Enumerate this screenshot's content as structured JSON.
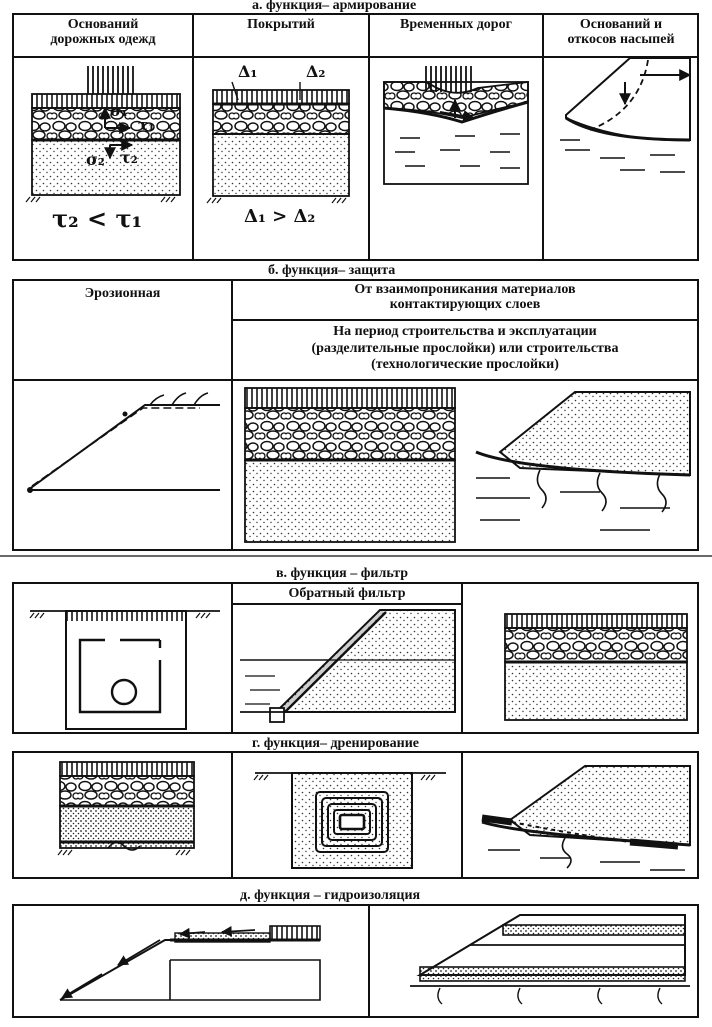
{
  "sections": {
    "a": {
      "title": "а. функция– армирование",
      "col1": [
        "Оснований",
        "дорожных одежд"
      ],
      "col2": "Покрытий",
      "col3": "Временных дорог",
      "col4": [
        "Оснований и",
        "откосов насыпей"
      ],
      "fig1": {
        "sigma1": "σ₁",
        "tau1": "τ₁",
        "sigma2": "σ₂",
        "tau2": "τ₂",
        "relation": "τ₂ < τ₁"
      },
      "fig2": {
        "d1": "Δ₁",
        "d2": "Δ₂",
        "relation": "Δ₁ > Δ₂"
      }
    },
    "b": {
      "title": "б. функция– защита",
      "erosion": "Эрозионная",
      "mix": [
        "От взаимопроникания материалов",
        "контактирующих слоев"
      ],
      "period": [
        "На период строительства и эксплуатации",
        "(разделительные прослойки) или строительства",
        "(технологические прослойки)"
      ]
    },
    "c": {
      "title": "в. функция – фильтр",
      "reverse_filter": "Обратный фильтр"
    },
    "d": {
      "title": "г. функция– дренирование"
    },
    "e": {
      "title": "д. функция – гидроизоляция"
    }
  }
}
